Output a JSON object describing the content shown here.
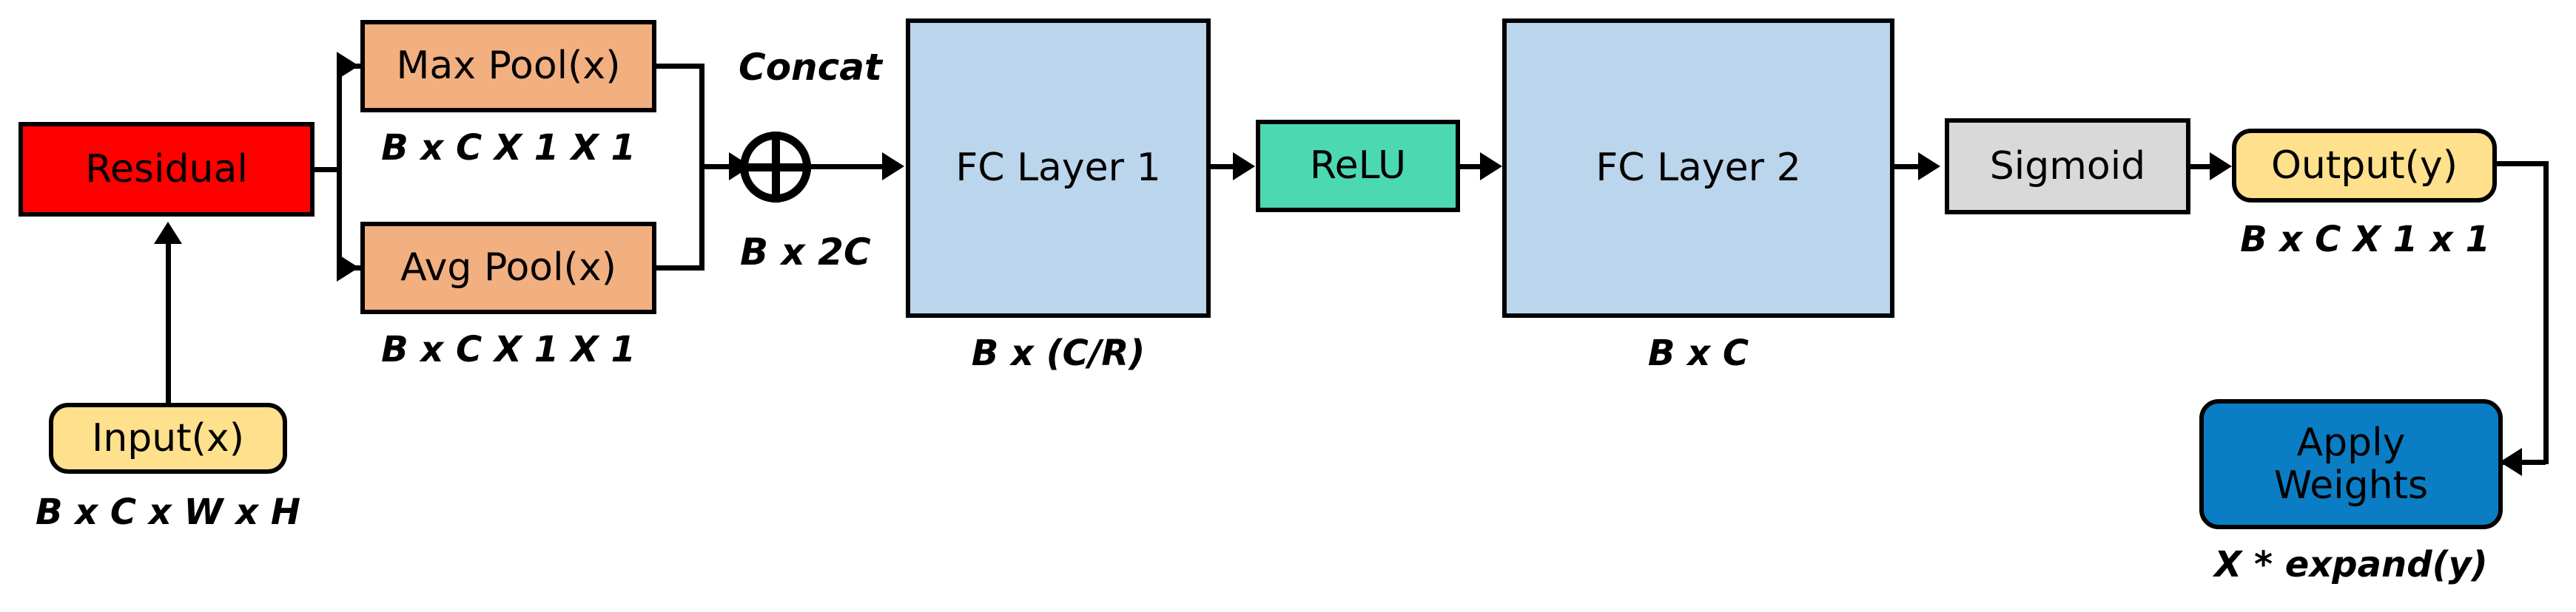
{
  "diagram": {
    "title": "Channel attention (SE-style) block diagram",
    "colors": {
      "residual": "#FE0000",
      "pool": "#F2AF80",
      "io": "#FFE08C",
      "fc": "#BAD5EC",
      "relu": "#4CD9B2",
      "sigmoid": "#D9D9D9",
      "apply": "#0B7DC4",
      "stroke": "#000000",
      "background": "#FFFFFF"
    }
  },
  "nodes": {
    "input": {
      "label": "Input(x)",
      "caption": "B x C x W x H"
    },
    "residual": {
      "label": "Residual",
      "caption": ""
    },
    "maxpool": {
      "label": "Max Pool(x)",
      "caption": "B x C X 1 X 1"
    },
    "avgpool": {
      "label": "Avg Pool(x)",
      "caption": "B x C X 1 X 1"
    },
    "concat": {
      "label": "Concat",
      "caption": "B x 2C",
      "symbol": "circled-plus"
    },
    "fc1": {
      "label": "FC Layer 1",
      "caption": "B x (C/R)"
    },
    "relu": {
      "label": "ReLU",
      "caption": ""
    },
    "fc2": {
      "label": "FC Layer 2",
      "caption": "B x C"
    },
    "sigmoid": {
      "label": "Sigmoid",
      "caption": ""
    },
    "output": {
      "label": "Output(y)",
      "caption": "B x C X 1 x 1"
    },
    "apply": {
      "label_line1": "Apply",
      "label_line2": "Weights",
      "caption": "X * expand(y)"
    }
  }
}
